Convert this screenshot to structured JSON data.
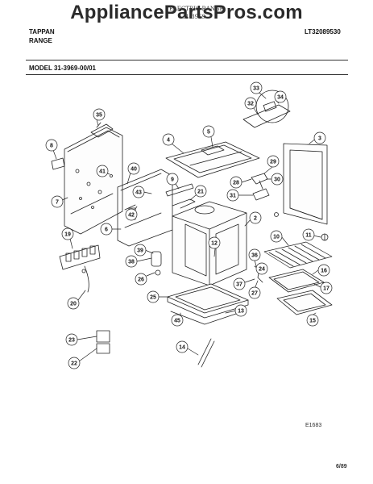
{
  "watermark": "AppliancePartsPros.com",
  "header": {
    "line1": "ELECTRIC RANGE",
    "line2": "31-3969",
    "brand_line1": "TAPPAN",
    "brand_line2": "RANGE",
    "part_number": "LT32089530",
    "model": "MODEL 31-3969-00/01"
  },
  "footer": {
    "drawing_code": "E1683",
    "date": "6/89"
  },
  "callouts": {
    "c2": "2",
    "c3": "3",
    "c4": "4",
    "c5": "5",
    "c6": "6",
    "c7": "7",
    "c8": "8",
    "c9": "9",
    "c10": "10",
    "c11": "11",
    "c12": "12",
    "c13": "13",
    "c14": "14",
    "c15": "15",
    "c16": "16",
    "c17": "17",
    "c19": "19",
    "c20": "20",
    "c21": "21",
    "c22": "22",
    "c23": "23",
    "c24": "24",
    "c25": "25",
    "c26": "26",
    "c27": "27",
    "c28": "28",
    "c29": "29",
    "c30": "30",
    "c31": "31",
    "c32": "32",
    "c33": "33",
    "c34": "34",
    "c35": "35",
    "c36": "36",
    "c37": "37",
    "c38": "38",
    "c39": "39",
    "c40": "40",
    "c41": "41",
    "c42": "42",
    "c43": "43",
    "c45": "45"
  }
}
